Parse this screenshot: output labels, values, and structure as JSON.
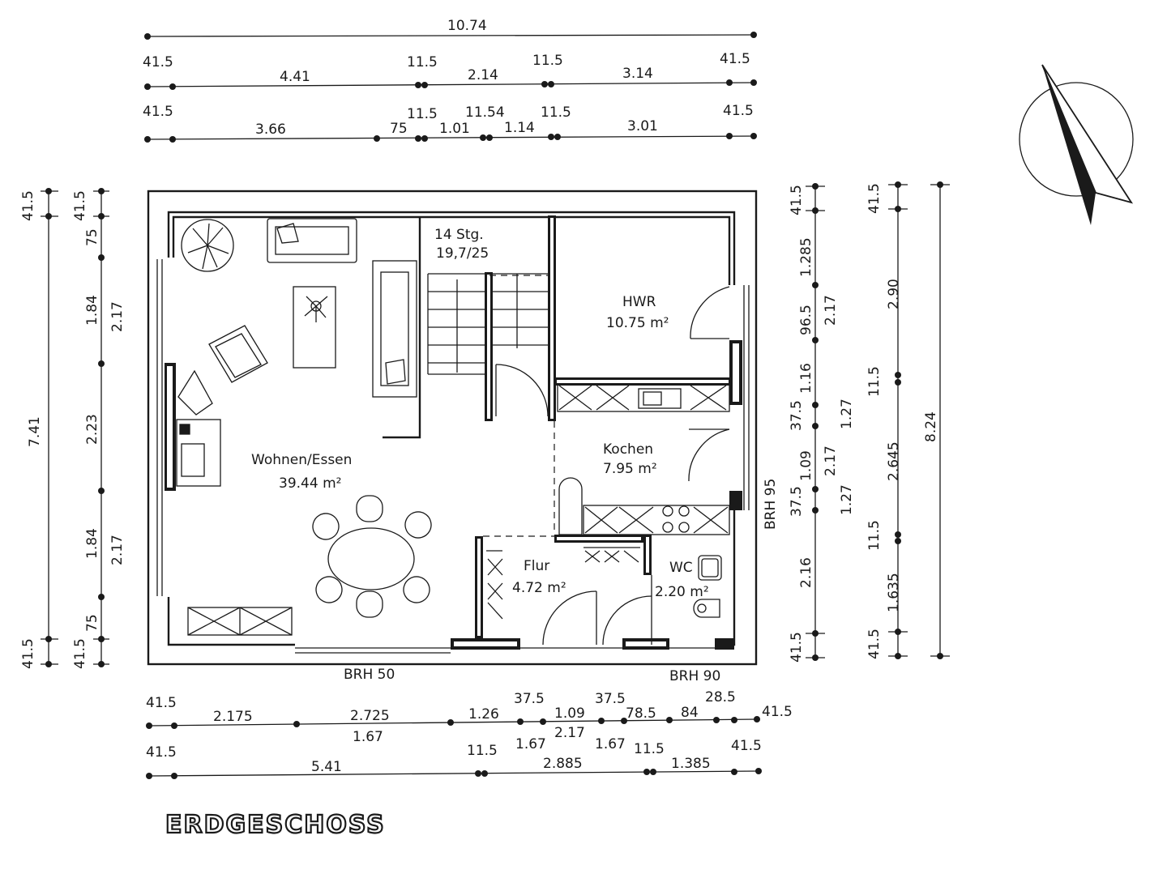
{
  "title": "ERDGESCHOSS",
  "rooms": {
    "wohnen_name": "Wohnen/Essen",
    "wohnen_area": "39.44 m²",
    "hwr_name": "HWR",
    "hwr_area": "10.75 m²",
    "kochen_name": "Kochen",
    "kochen_area": "7.95 m²",
    "flur_name": "Flur",
    "flur_area": "4.72 m²",
    "wc_name": "WC",
    "wc_area": "2.20 m²"
  },
  "stairs": {
    "steps": "14 Stg.",
    "ratio": "19,7/25"
  },
  "parapets": {
    "south_left": "BRH 50",
    "south_right": "BRH 90",
    "east": "BRH 95"
  },
  "dims_top": {
    "row1": [
      "10.74"
    ],
    "row2_small": [
      "41.5",
      "11.5",
      "11.5",
      "41.5"
    ],
    "row2": [
      "4.41",
      "2.14",
      "3.14"
    ],
    "row3_small": [
      "41.5",
      "11.5",
      "11.54",
      "11.5",
      "41.5"
    ],
    "row3": [
      "3.66",
      "75",
      "1.01",
      "1.14",
      "3.01"
    ]
  },
  "dims_bottom": {
    "row1_small": [
      "41.5",
      "37.5",
      "37.5",
      "28.5",
      "41.5"
    ],
    "row1": [
      "2.175",
      "2.725",
      "1.26",
      "1.09",
      "78.5",
      "84"
    ],
    "row1_below": [
      "1.67",
      "1.67",
      "2.17",
      "1.67"
    ],
    "row2_small": [
      "41.5",
      "11.5",
      "11.5",
      "41.5"
    ],
    "row2": [
      "5.41",
      "2.885",
      "1.385"
    ]
  },
  "dims_left": {
    "outer": [
      "41.5",
      "7.41",
      "41.5"
    ],
    "inner": [
      "41.5",
      "75",
      "1.84",
      "2.23",
      "1.84",
      "75",
      "41.5"
    ],
    "inner_right": [
      "2.17",
      "2.17"
    ]
  },
  "dims_right1": {
    "items": [
      "41.5",
      "1.285",
      "96.5",
      "1.16",
      "37.5",
      "1.09",
      "37.5",
      "2.16",
      "41.5"
    ],
    "second": [
      "2.17",
      "2.17",
      "1.27",
      "1.27"
    ]
  },
  "dims_right2": {
    "items": [
      "41.5",
      "2.90",
      "11.5",
      "2.645",
      "11.5",
      "1.635",
      "41.5"
    ],
    "total": "8.24"
  },
  "north_arrow": "north-arrow-icon"
}
